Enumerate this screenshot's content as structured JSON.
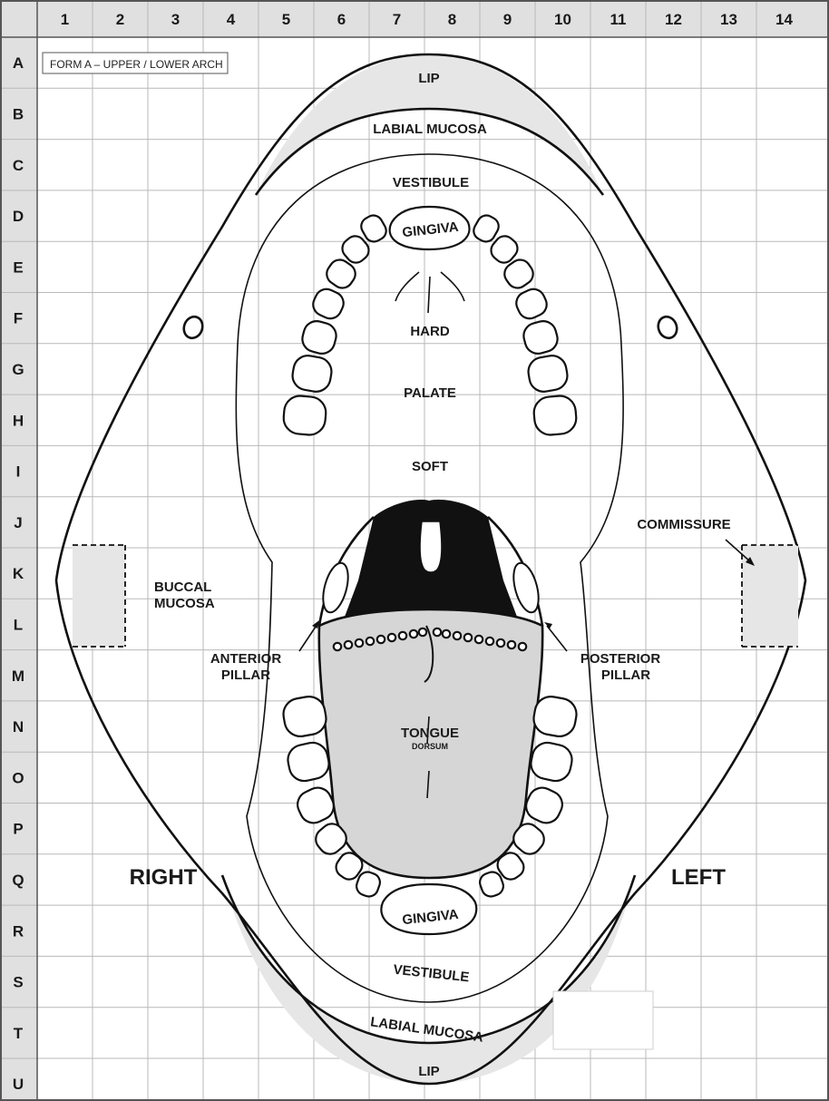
{
  "form_title": "FORM A – UPPER / LOWER ARCH",
  "columns": [
    "1",
    "2",
    "3",
    "4",
    "5",
    "6",
    "7",
    "8",
    "9",
    "10",
    "11",
    "12",
    "13",
    "14"
  ],
  "rows": [
    "A",
    "B",
    "C",
    "D",
    "E",
    "F",
    "G",
    "H",
    "I",
    "J",
    "K",
    "L",
    "M",
    "N",
    "O",
    "P",
    "Q",
    "R",
    "S",
    "T",
    "U"
  ],
  "labels": {
    "lip_top": "LIP",
    "labial_mucosa_top": "LABIAL MUCOSA",
    "vestibule_top": "VESTIBULE",
    "gingiva_top": "GINGIVA",
    "hard": "HARD",
    "palate": "PALATE",
    "soft": "SOFT",
    "commissure": "COMMISSURE",
    "buccal": "BUCCAL",
    "mucosa": "MUCOSA",
    "anterior": "ANTERIOR",
    "anterior_pillar": "PILLAR",
    "posterior": "POSTERIOR",
    "posterior_pillar": "PILLAR",
    "tongue": "TONGUE",
    "dorsum": "DORSUM",
    "right": "RIGHT",
    "left": "LEFT",
    "gingiva_bottom": "GINGIVA",
    "vestibule_bottom": "VESTIBULE",
    "labial_mucosa_bottom": "LABIAL MUCOSA",
    "lip_bottom": "LIP"
  },
  "colors": {
    "grid": "#b9b9b9",
    "header_fill": "#e0e0e0",
    "shaded_region": "#e6e6e6",
    "dark_region": "#111111",
    "line": "#111111"
  }
}
